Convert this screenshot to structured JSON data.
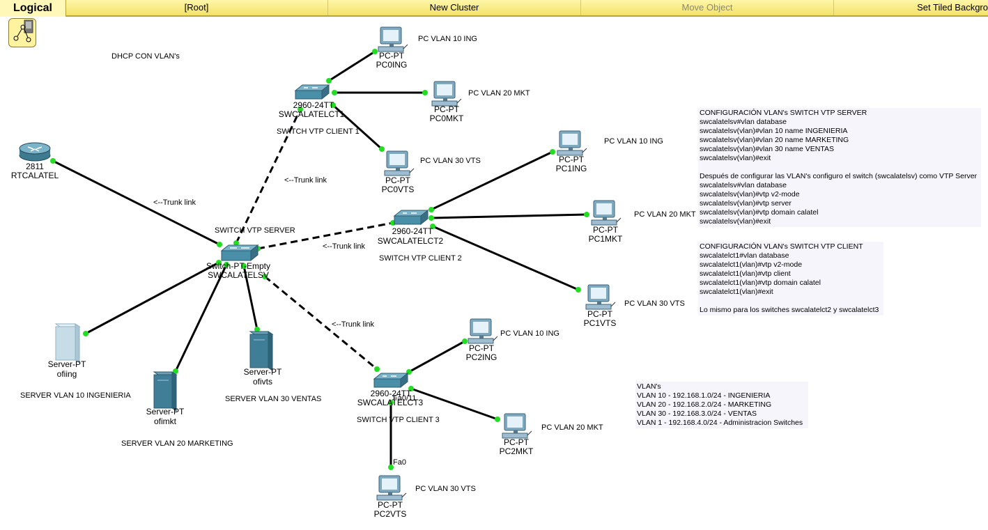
{
  "toolbar": {
    "logical": "Logical",
    "root": "[Root]",
    "new_cluster": "New Cluster",
    "move_object": "Move Object",
    "set_tiled": "Set Tiled Backgro"
  },
  "labels": {
    "title": "DHCP CON VLAN's",
    "trunk1": "<--Trunk link",
    "trunk2": "<--Trunk link",
    "trunk3": "<--Trunk link",
    "trunk4": "<--Trunk link",
    "vtp_server": "SWITCH VTP SERVER",
    "vtp_client1": "SWITCH VTP CLIENT 1",
    "vtp_client2": "SWITCH VTP CLIENT 2",
    "vtp_client3": "SWITCH VTP CLIENT 3",
    "srv10": "SERVER VLAN 10 INGENIERIA",
    "srv20": "SERVER VLAN 20 MARKETING",
    "srv30": "SERVER VLAN 30 VENTAS",
    "pc0ing_vlan": "PC VLAN 10 ING",
    "pc0mkt_vlan": "PC VLAN 20 MKT",
    "pc0vts_vlan": "PC VLAN 30 VTS",
    "pc1ing_vlan": "PC VLAN 10 ING",
    "pc1mkt_vlan": "PC VLAN 20 MKT",
    "pc1vts_vlan": "PC VLAN 30 VTS",
    "pc2ing_vlan": "PC VLAN 10 ING",
    "pc2mkt_vlan": "PC VLAN 20 MKT",
    "pc2vts_vlan": "PC VLAN 30 VTS",
    "port_fa011": "Fa0/11",
    "port_fa0": "Fa0"
  },
  "devices": {
    "router": {
      "model": "2811",
      "name": "RTCALATEL"
    },
    "swserver": {
      "model": "Switch-PT-Empty",
      "name": "SWCALATELSV"
    },
    "sw1": {
      "model": "2960-24TT",
      "name": "SWCALATELCT1"
    },
    "sw2": {
      "model": "2960-24TT",
      "name": "SWCALATELCT2"
    },
    "sw3": {
      "model": "2960-24TT",
      "name": "SWCALATELCT3"
    },
    "pc0ing": {
      "model": "PC-PT",
      "name": "PC0ING"
    },
    "pc0mkt": {
      "model": "PC-PT",
      "name": "PC0MKT"
    },
    "pc0vts": {
      "model": "PC-PT",
      "name": "PC0VTS"
    },
    "pc1ing": {
      "model": "PC-PT",
      "name": "PC1ING"
    },
    "pc1mkt": {
      "model": "PC-PT",
      "name": "PC1MKT"
    },
    "pc1vts": {
      "model": "PC-PT",
      "name": "PC1VTS"
    },
    "pc2ing": {
      "model": "PC-PT",
      "name": "PC2ING"
    },
    "pc2mkt": {
      "model": "PC-PT",
      "name": "PC2MKT"
    },
    "pc2vts": {
      "model": "PC-PT",
      "name": "PC2VTS"
    },
    "srving": {
      "model": "Server-PT",
      "name": "ofiing"
    },
    "srvmkt": {
      "model": "Server-PT",
      "name": "ofimkt"
    },
    "srvvts": {
      "model": "Server-PT",
      "name": "ofivts"
    }
  },
  "notes": {
    "server": "CONFIGURACIÓN VLAN's SWITCH VTP SERVER\nswcalatelsv#vlan database\nswcalatelsv(vlan)#vlan 10 name INGENIERIA\nswcalatelsv(vlan)#vlan 20 name MARKETING\nswcalatelsv(vlan)#vlan 30 name VENTAS\nswcalatelsv(vlan)#exit\n\nDespués de configurar las VLAN's configuro el switch (swcalatelsv) como VTP Server\nswcalatelsv#vlan database\nswcalatelsv(vlan)#vtp v2-mode\nswcalatelsv(vlan)#vtp server\nswcalatelsv(vlan)#vtp domain calatel\nswcalatelsv(vlan)#exit",
    "client": "CONFIGURACIÓN VLAN's SWITCH VTP CLIENT\nswcalatelct1#vlan database\nswcalatelct1(vlan)#vtp v2-mode\nswcalatelct1(vlan)#vtp client\nswcalatelct1(vlan)#vtp domain calatel\nswcalatelct1(vlan)#exit\n\nLo mismo para los switches swcalatelct2 y swcalatelct3",
    "vlans": "VLAN's\nVLAN 10 - 192.168.1.0/24 - INGENIERIA\nVLAN 20 - 192.168.2.0/24 - MARKETING\nVLAN 30 - 192.168.3.0/24 - VENTAS\nVLAN 1 - 192.168.4.0/24 - Administracion Switches"
  },
  "colors": {
    "link_dot": "#22dd22",
    "switch": "#4a8fa8",
    "toolbar": "#f6e77c"
  }
}
